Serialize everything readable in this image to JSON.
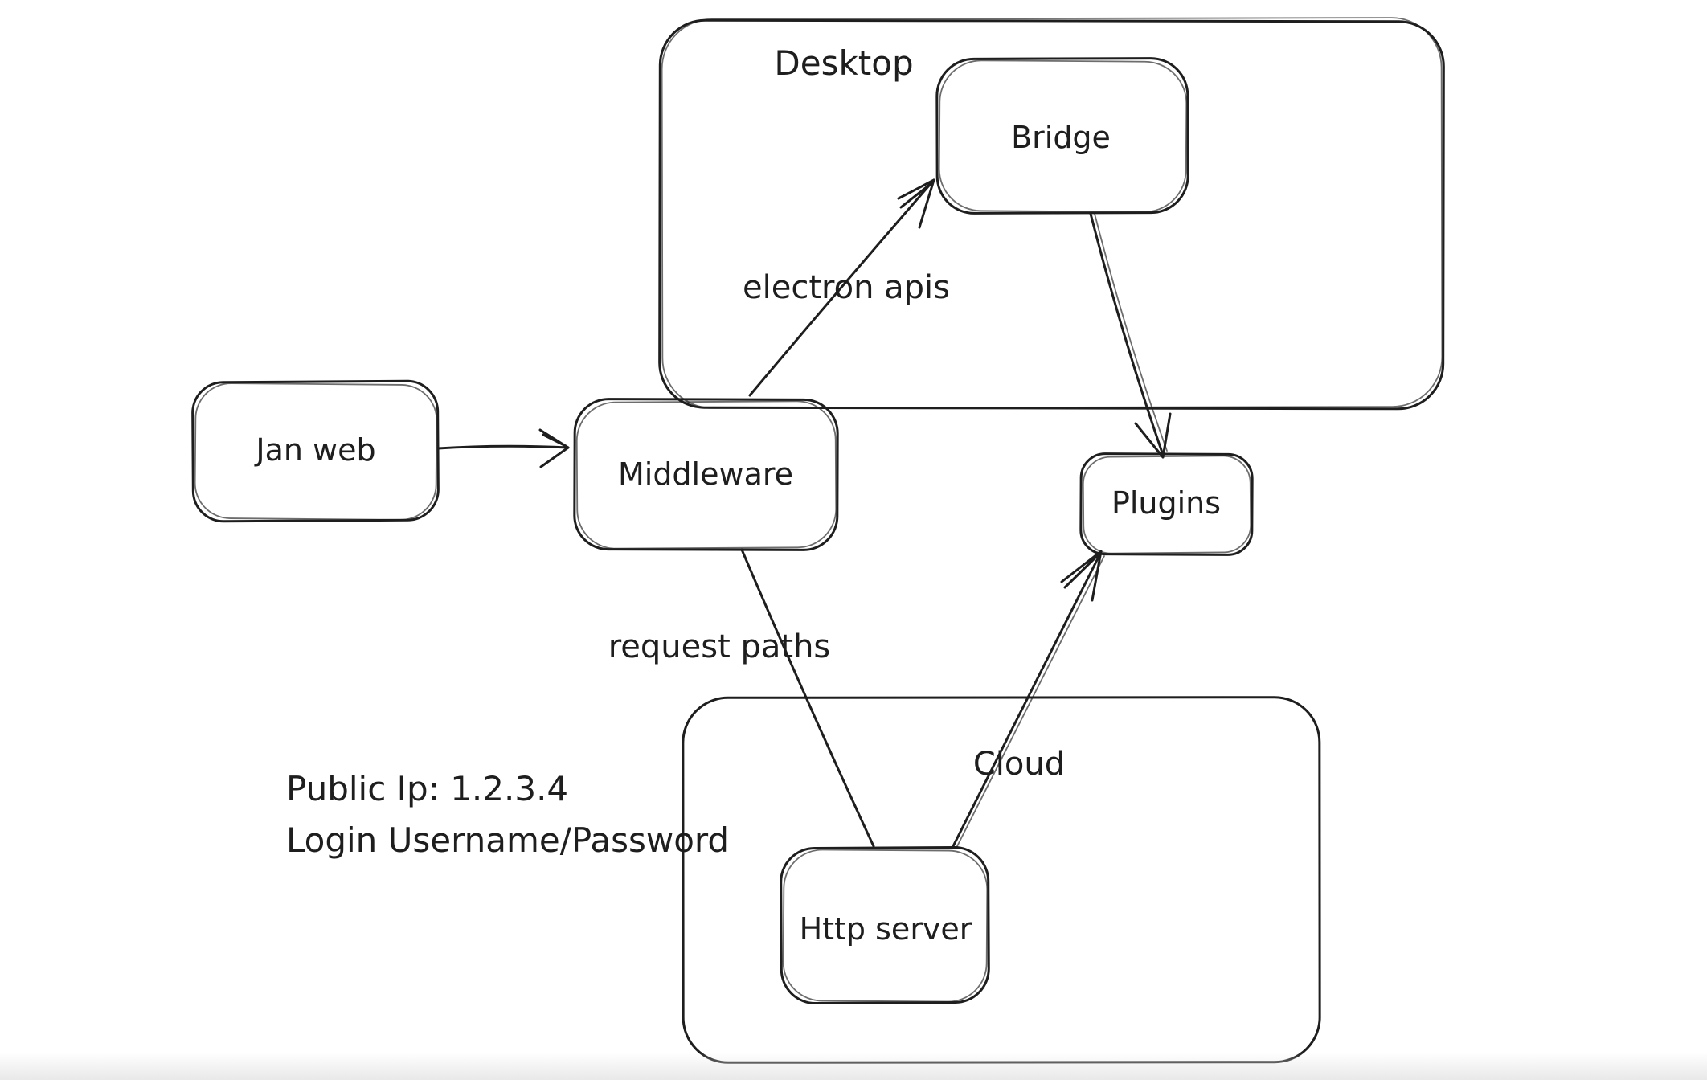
{
  "diagram": {
    "background_color": "#ffffff",
    "stroke_color": "#1e1e1e",
    "containers": {
      "desktop": {
        "label": "Desktop"
      },
      "cloud": {
        "label": "Cloud"
      }
    },
    "nodes": {
      "jan_web": {
        "label": "Jan web"
      },
      "middleware": {
        "label": "Middleware"
      },
      "bridge": {
        "label": "Bridge"
      },
      "plugins": {
        "label": "Plugins"
      },
      "http_server": {
        "label": "Http server"
      }
    },
    "edges": [
      {
        "from": "Jan web",
        "to": "Middleware",
        "label": "",
        "arrowhead": "end"
      },
      {
        "from": "Middleware",
        "to": "Bridge",
        "label": "electron apis",
        "arrowhead": "end"
      },
      {
        "from": "Bridge",
        "to": "Plugins",
        "label": "",
        "arrowhead": "end"
      },
      {
        "from": "Middleware",
        "to": "Http server",
        "label": "request paths",
        "arrowhead": "none"
      },
      {
        "from": "Http server",
        "to": "Plugins",
        "label": "",
        "arrowhead": "end"
      }
    ],
    "annotation": {
      "line1": "Public Ip: 1.2.3.4",
      "line2": "Login Username/Password"
    }
  }
}
